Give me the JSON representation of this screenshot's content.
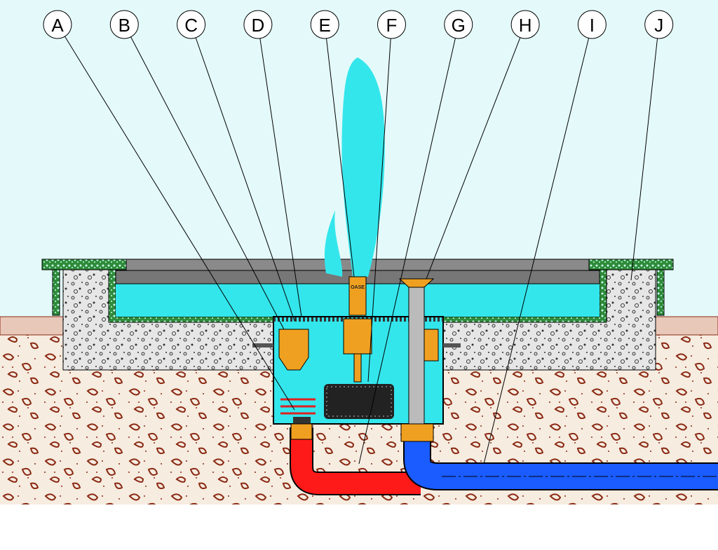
{
  "title": "Fountain basin installation cross-section",
  "labels": [
    {
      "letter": "A",
      "target": "pump-inlet"
    },
    {
      "letter": "B",
      "target": "sump-filter"
    },
    {
      "letter": "C",
      "target": "sump-wall"
    },
    {
      "letter": "D",
      "target": "grating"
    },
    {
      "letter": "E",
      "target": "jet-nozzle"
    },
    {
      "letter": "F",
      "target": "pump"
    },
    {
      "letter": "G",
      "target": "pressure-pipe"
    },
    {
      "letter": "H",
      "target": "overflow"
    },
    {
      "letter": "I",
      "target": "drain-pipe"
    },
    {
      "letter": "J",
      "target": "basin-rim"
    }
  ],
  "nozzle_brand": "OASE",
  "colors": {
    "sky": "#e4fafa",
    "water": "#33e6ec",
    "pressure_pipe": "#ff1a1a",
    "drain_pipe": "#1a5cff",
    "fittings": "#f0a020",
    "cover": "#8a8a8a",
    "rim": "#2e8b3a",
    "soil": "#f2e6d8"
  }
}
